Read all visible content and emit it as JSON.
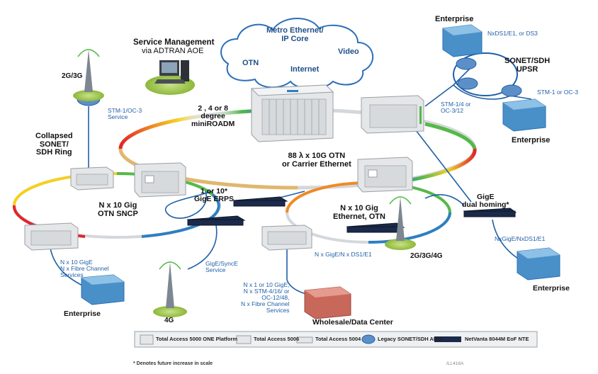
{
  "labels": {
    "service_mgmt_title": "Service Management",
    "service_mgmt_sub": "via ADTRAN AOE",
    "metro_core": "Metro Ethernet/\nIP Core",
    "otn_cloud": "OTN",
    "internet_cloud": "Internet",
    "video_cloud": "Video",
    "enterprise_top": "Enterprise",
    "nxds1": "NxDS1/E1, or DS3",
    "sonet_upsr": "SONET/SDH\nUPSR",
    "stm1_oc3": "STM-1 or OC-3",
    "stm14_oc312": "STM-1/4 or\nOC-3/12",
    "enterprise_right": "Enterprise",
    "site_2g3g": "2G/3G",
    "stm1_service": "STM-1/OC-3\nService",
    "degree_roadm": "2 , 4 or 8\ndegree\nminiROADM",
    "collapsed_ring": "Collapsed\nSONET/\nSDH Ring",
    "otn_88": "88 λ x 10G OTN\nor Carrier Ethernet",
    "nx10_otn_sncp": "N x 10 Gig\nOTN SNCP",
    "gige_erps": "1 or 10*\nGigE ERPS",
    "nx10_eth_otn": "N x 10 Gig\nEthernet, OTN",
    "gige_dual": "GigE\ndual homing*",
    "nxgige_ds1": "NxGigE/NxDS1/E1",
    "site_2g3g4g": "2G/3G/4G",
    "nxgige_nxds1": "N x GigE/N x DS1/E1",
    "gige_synce": "GigE/SyncE\nService",
    "nx10gige_fc": "N x 10 GigE\nN x Fibre Channel\nServices",
    "enterprise_left": "Enterprise",
    "site_4g": "4G",
    "nx1_10gige": "N x 1 or 10 GigE,\nN x STM-4/16/ or\nOC-12/48,\nN x Fibre Channel\nServices",
    "wholesale": "Wholesale/Data Center",
    "enterprise_bottom_right": "Enterprise",
    "footnote": "* Denotes future increase in scale",
    "figure_id": "ILL416A"
  },
  "legend": [
    {
      "label": "Total Access 5000 ONE Platform",
      "icon": "platform-icon"
    },
    {
      "label": "Total Access 5006",
      "icon": "ta5006-icon"
    },
    {
      "label": "Total Access 5004",
      "icon": "ta5004-icon"
    },
    {
      "label": "Legacy SONET/SDH ADM",
      "icon": "adm-icon"
    },
    {
      "label": "NetVanta 8044M EoF NTE",
      "icon": "nte-icon"
    }
  ],
  "colors": {
    "link_blue": "#1f5fa8",
    "ring_gray": "#c9ccd0",
    "cloud_stroke": "#2a6fb8",
    "cloud_fill": "#ffffff",
    "building_blue": "#4a90c8",
    "building_red": "#c8685a",
    "nte_dark": "#1b2a4a",
    "platform_gray": "#e4e6e8",
    "sm_green": "#9bc53d"
  }
}
